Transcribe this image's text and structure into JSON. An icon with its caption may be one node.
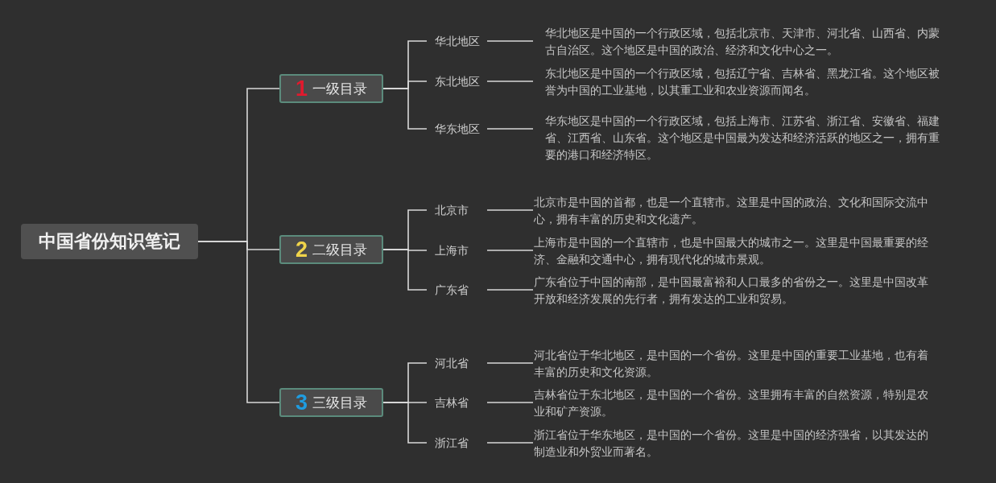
{
  "diagram": {
    "nodes": [
      {
        "text": [
          "中国省份知识笔记"
        ]
      },
      {
        "text": [
          "1",
          "一级目录"
        ]
      },
      {
        "text": [
          "华北地区"
        ]
      },
      {
        "text": [
          "华北地区是中国的一个行政区域，包括北京市、天津市、河北省、山西省、内蒙古自治区。这个地区是中国的政治、经济和文化中心之一。"
        ]
      },
      {
        "text": [
          "东北地区"
        ]
      },
      {
        "text": [
          "东北地区是中国的一个行政区域，包括辽宁省、吉林省、黑龙江省。这个地区被誉为中国的工业基地，以其重工业和农业资源而闻名。"
        ]
      },
      {
        "text": [
          "华东地区"
        ]
      },
      {
        "text": [
          "华东地区是中国的一个行政区域，包括上海市、江苏省、浙江省、安徽省、福建省、江西省、山东省。这个地区是中国最为发达和经济活跃的地区之一，拥有重要的港口和经济特区。"
        ]
      },
      {
        "text": [
          "2",
          "二级目录"
        ]
      },
      {
        "text": [
          "北京市"
        ]
      },
      {
        "text": [
          "北京市是中国的首都，也是一个直辖市。这里是中国的政治、文化和国际交流中心，拥有丰富的历史和文化遗产。"
        ]
      },
      {
        "text": [
          "上海市"
        ]
      },
      {
        "text": [
          "上海市是中国的一个直辖市，也是中国最大的城市之一。这里是中国最重要的经济、金融和交通中心，拥有现代化的城市景观。"
        ]
      },
      {
        "text": [
          "广东省"
        ]
      },
      {
        "text": [
          "广东省位于中国的南部，是中国最富裕和人口最多的省份之一。这里是中国改革开放和经济发展的先行者，拥有发达的工业和贸易。"
        ]
      },
      {
        "text": [
          "3",
          "三级目录"
        ]
      },
      {
        "text": [
          "河北省"
        ]
      },
      {
        "text": [
          "河北省位于华北地区，是中国的一个省份。这里是中国的重要工业基地，也有着丰富的历史和文化资源。"
        ]
      },
      {
        "text": [
          "吉林省"
        ]
      },
      {
        "text": [
          "吉林省位于东北地区，是中国的一个省份。这里拥有丰富的自然资源，特别是农业和矿产资源。"
        ]
      },
      {
        "text": [
          "浙江省"
        ]
      },
      {
        "text": [
          "浙江省位于华东地区，是中国的一个省份。这里是中国的经济强省，以其发达的制造业和外贸业而著名。"
        ]
      }
    ],
    "edges": [
      {
        "from": 0,
        "to": 1,
        "arrow": "none"
      },
      {
        "from": 0,
        "to": 8,
        "arrow": "none"
      },
      {
        "from": 0,
        "to": 15,
        "arrow": "none"
      },
      {
        "from": 1,
        "to": 2,
        "arrow": "none"
      },
      {
        "from": 1,
        "to": 4,
        "arrow": "none"
      },
      {
        "from": 1,
        "to": 6,
        "arrow": "none"
      },
      {
        "from": 2,
        "to": 3,
        "arrow": "none"
      },
      {
        "from": 4,
        "to": 5,
        "arrow": "none"
      },
      {
        "from": 6,
        "to": 7,
        "arrow": "none"
      },
      {
        "from": 8,
        "to": 9,
        "arrow": "none"
      },
      {
        "from": 8,
        "to": 11,
        "arrow": "none"
      },
      {
        "from": 8,
        "to": 13,
        "arrow": "none"
      },
      {
        "from": 9,
        "to": 10,
        "arrow": "none"
      },
      {
        "from": 11,
        "to": 12,
        "arrow": "none"
      },
      {
        "from": 13,
        "to": 14,
        "arrow": "none"
      },
      {
        "from": 15,
        "to": 16,
        "arrow": "none"
      },
      {
        "from": 15,
        "to": 18,
        "arrow": "none"
      },
      {
        "from": 15,
        "to": 20,
        "arrow": "none"
      },
      {
        "from": 16,
        "to": 17,
        "arrow": "none"
      },
      {
        "from": 18,
        "to": 19,
        "arrow": "none"
      },
      {
        "from": 20,
        "to": 21,
        "arrow": "none"
      }
    ]
  }
}
